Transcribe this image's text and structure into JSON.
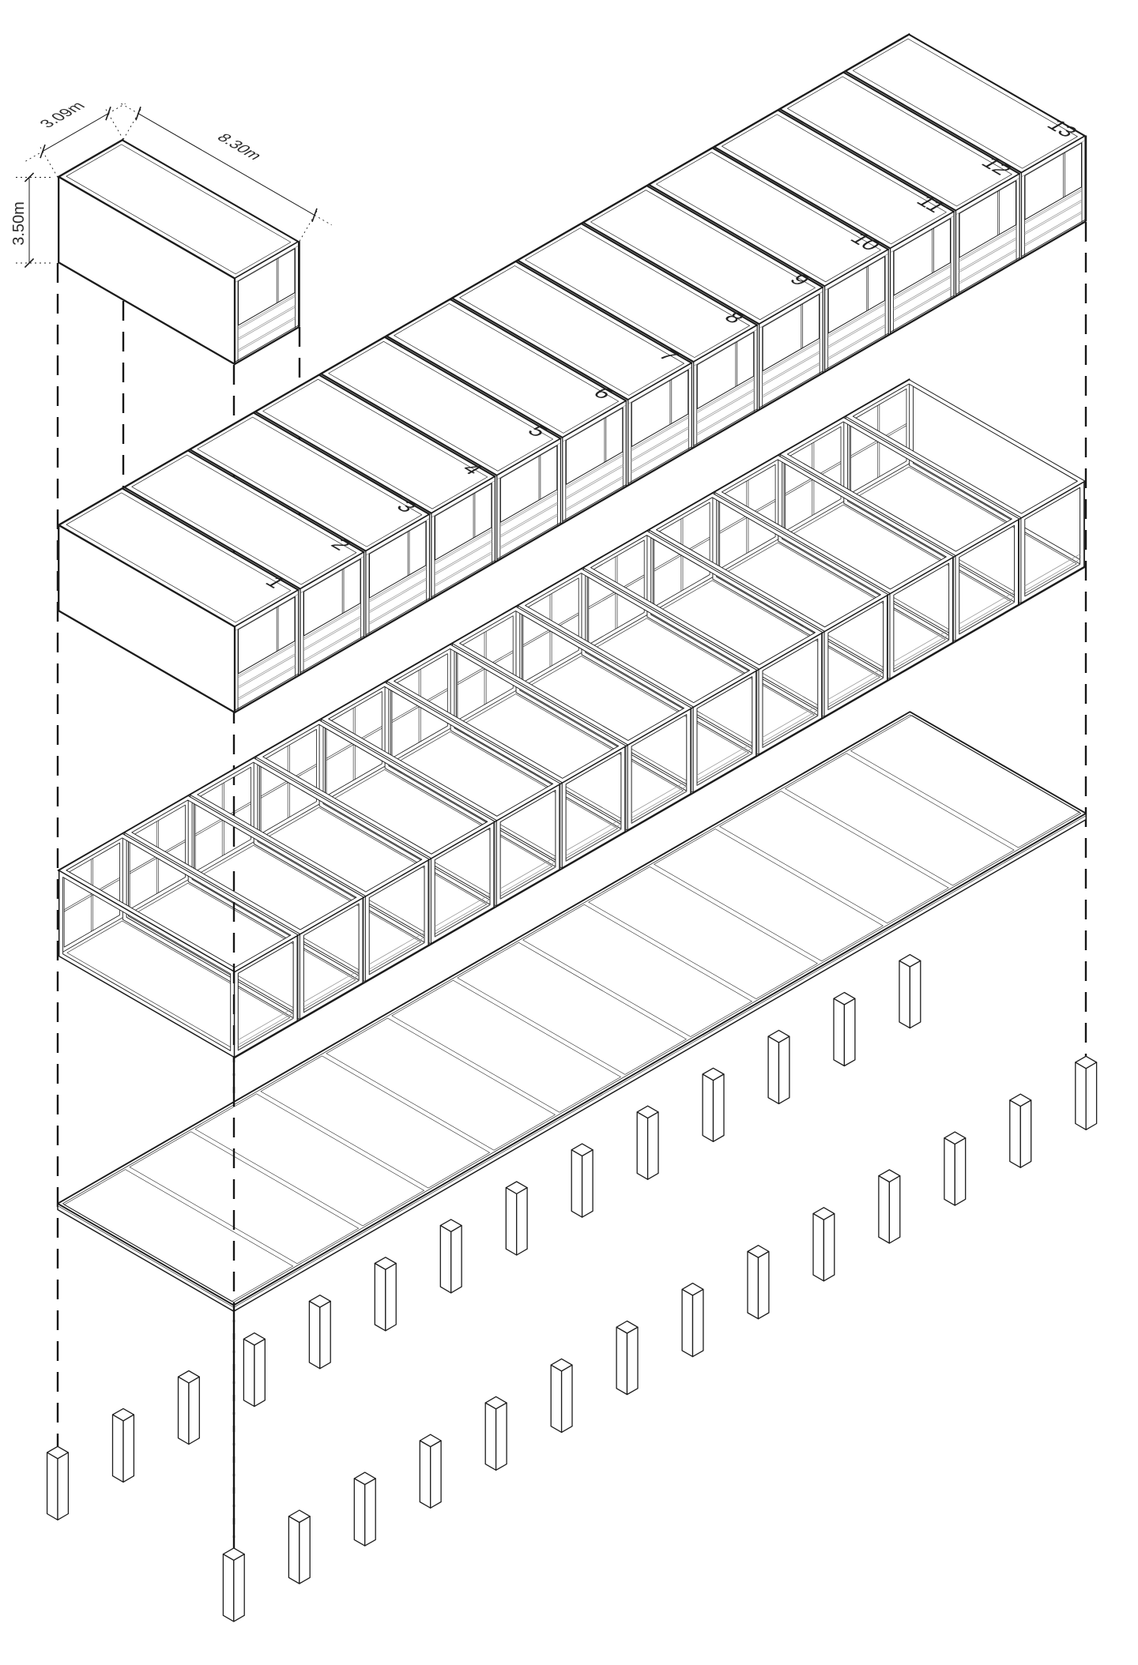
{
  "diagram": {
    "kind": "exploded-axonometric-modular-building",
    "colors": {
      "line": "#1c1c1c",
      "detail_gray": "#9a9a9a",
      "text": "#222222",
      "background": "#ffffff"
    },
    "unit_module": {
      "width_label": "3.09m",
      "depth_label": "8.30m",
      "height_label": "3.50m"
    },
    "module_row": {
      "count": 13,
      "numbers": [
        "1",
        "2",
        "3",
        "4",
        "5",
        "6",
        "7",
        "8",
        "9",
        "10",
        "11",
        "12",
        "13"
      ]
    },
    "frame_row": {
      "count": 13
    },
    "floor_deck": {
      "bays": 13
    },
    "piers": {
      "rows": 2,
      "per_row": 14
    }
  }
}
